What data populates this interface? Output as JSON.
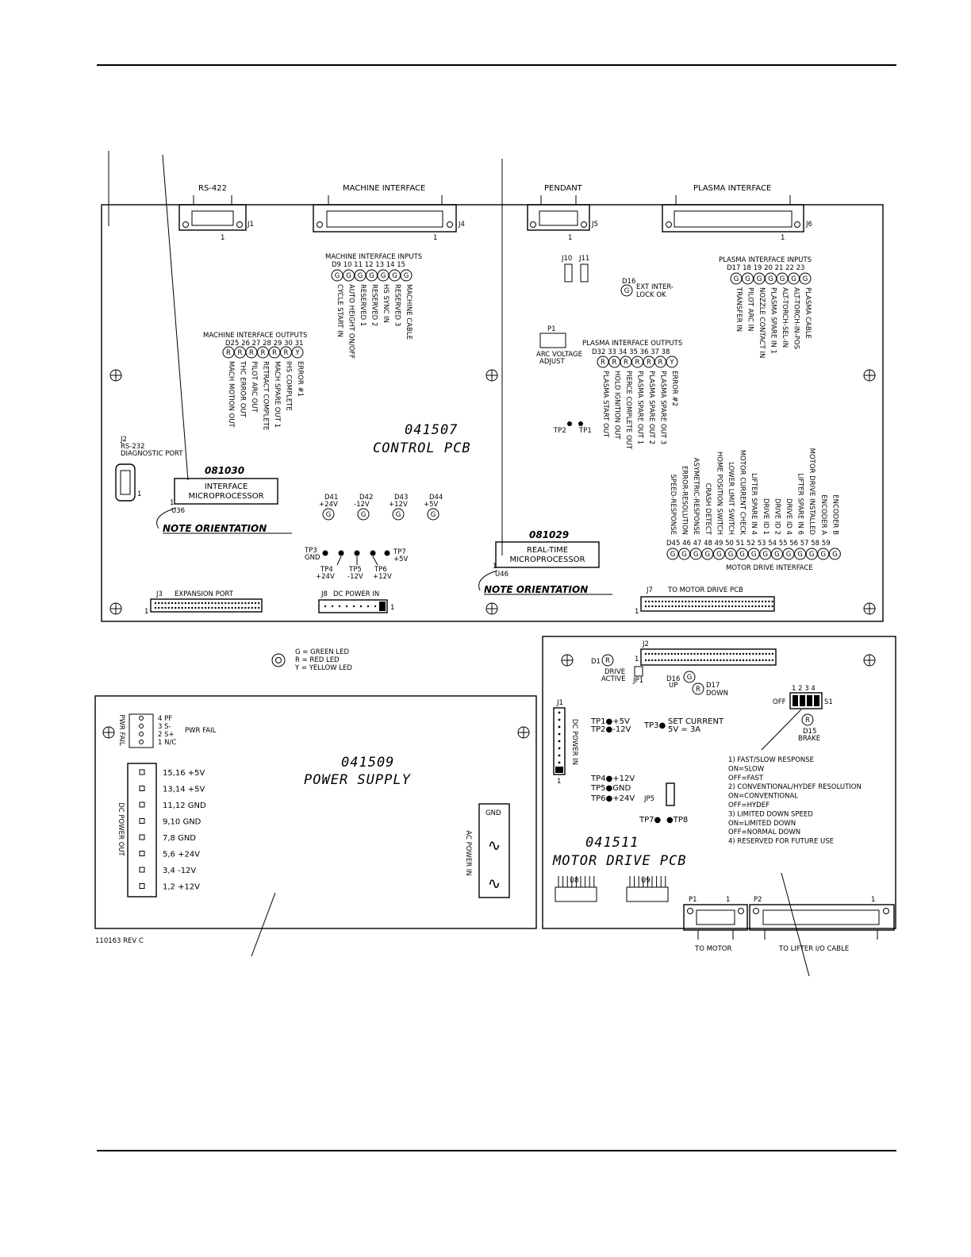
{
  "control": {
    "pcb_number": "041507",
    "pcb_name": "CONTROL PCB",
    "rs422": "RS-422",
    "j1": "J1",
    "one": "1",
    "machine_interface": "MACHINE INTERFACE",
    "j4": "J4",
    "pendant": "PENDANT",
    "j5": "J5",
    "plasma_interface": "PLASMA INTERFACE",
    "j6": "J6",
    "j10": "J10",
    "j11": "J11",
    "d16": "D16",
    "ext_interlock_1": "EXT INTER-",
    "ext_interlock_2": "LOCK OK",
    "p1": "P1",
    "arc_voltage_1": "ARC VOLTAGE",
    "arc_voltage_2": "ADJUST",
    "tp2": "TP2",
    "tp1": "TP1",
    "j2_1": "J2",
    "j2_2": "RS-232",
    "j2_3": "DIAGNOSTIC PORT",
    "interface_mp_number": "081030",
    "interface_mp_1": "INTERFACE",
    "interface_mp_2": "MICROPROCESSOR",
    "u36": "U36",
    "realtime_mp_number": "081029",
    "realtime_mp_1": "REAL-TIME",
    "realtime_mp_2": "MICROPROCESSOR",
    "u46": "U46",
    "note_orientation": "NOTE ORIENTATION",
    "j3_label": "EXPANSION PORT",
    "j3": "J3",
    "j8_label": "DC POWER IN",
    "j8": "J8",
    "j7": "J7",
    "j7_label": "TO MOTOR DRIVE PCB",
    "mii_title": "MACHINE INTERFACE INPUTS",
    "mii_numbers": "D9  10  11  12  13  14  15",
    "mii_leds": [
      "G",
      "G",
      "G",
      "G",
      "G",
      "G",
      "G"
    ],
    "mii_signals": [
      "CYCLE START IN",
      "AUTO HEIGHT ON/OFF",
      "RESERVED 1",
      "RESERVED 2",
      "HS SYNC IN",
      "RESERVED 3",
      "MACHINE CABLE"
    ],
    "mio_title": "MACHINE INTERFACE OUTPUTS",
    "mio_numbers": "D25  26  27  28  29  30  31",
    "mio_leds": [
      "R",
      "R",
      "R",
      "R",
      "R",
      "R",
      "Y"
    ],
    "mio_signals": [
      "MACH MOTION OUT",
      "THC ERROR OUT",
      "PILOT ARC OUT",
      "RETRACT COMPLETE",
      "MACH SPARE OUT 1",
      "IHS COMPLETE",
      "ERROR #1"
    ],
    "pii_title": "PLASMA INTERFACE INPUTS",
    "pii_numbers": "D17  18  19  20  21  22  23",
    "pii_leds": [
      "G",
      "G",
      "G",
      "G",
      "G",
      "G",
      "G"
    ],
    "pii_signals": [
      "TRANSFER IN",
      "PILOT ARC IN",
      "NOZZLE CONTACT IN",
      "PLASMA SPARE IN 1",
      "ALT-TORCH-SEL-IN",
      "ALT-TORCH-IN-POS",
      "PLASMA CABLE"
    ],
    "pio_title": "PLASMA INTERFACE OUTPUTS",
    "pio_numbers": "D32  33  34  35  36  37  38",
    "pio_leds": [
      "R",
      "R",
      "R",
      "R",
      "R",
      "R",
      "Y"
    ],
    "pio_signals": [
      "PLASMA START OUT",
      "HOLD IGNITION OUT",
      "PIERCE COMPLETE OUT",
      "PLASMA SPARE OUT 1",
      "PLASMA SPARE OUT 2",
      "PLASMA SPARE OUT 3",
      "ERROR #2"
    ],
    "mdi_title": "MOTOR DRIVE INTERFACE",
    "mdi_numbers": "D45  46  47  48  49  50  51  52  53  54  55  56  57  58  59",
    "mdi_leds": [
      "G",
      "G",
      "G",
      "G",
      "G",
      "G",
      "G",
      "G",
      "G",
      "G",
      "G",
      "G",
      "G",
      "G",
      "G"
    ],
    "mdi_signals": [
      "SPEED-RESPONSE",
      "ERROR-RESOLUTION",
      "ASYMETRIC-RESPONSE",
      "CRASH DETECT",
      "HOME POSITION SWITCH",
      "LOWER LIMIT SWITCH",
      "MOTOR CURRENT CHECK",
      "LIFTER SPARE IN 4",
      "DRIVE ID 1",
      "DRIVE ID 2",
      "DRIVE ID 4",
      "LIFTER SPARE IN 6",
      "MOTOR DRIVE INSTALLED",
      "ENCODER A",
      "ENCODER B"
    ],
    "power_leds": [
      {
        "id": "D41",
        "v": "+24V",
        "led": "G"
      },
      {
        "id": "D42",
        "v": "-12V",
        "led": "G"
      },
      {
        "id": "D43",
        "v": "+12V",
        "led": "G"
      },
      {
        "id": "D44",
        "v": "+5V",
        "led": "G"
      }
    ],
    "tp3_1": "TP3",
    "tp3_2": "GND",
    "tp4_1": "TP4",
    "tp4_2": "+24V",
    "tp5_1": "TP5",
    "tp5_2": "-12V",
    "tp6_1": "TP6",
    "tp6_2": "+12V",
    "tp7_1": "TP7",
    "tp7_2": "+5V"
  },
  "legend": {
    "symbol": "G",
    "green": "G = GREEN LED",
    "red": "R = RED LED",
    "yellow": "Y = YELLOW LED"
  },
  "power": {
    "pcb_number": "041509",
    "pcb_name": "POWER SUPPLY",
    "pwr_fail_vert": "PWR FAIL",
    "pins": [
      "4 PF",
      "3 S-",
      "2 S+",
      "1 N/C"
    ],
    "pwr_fail": "PWR FAIL",
    "dc_out_vert": "DC POWER OUT",
    "outputs": [
      "15,16 +5V",
      "13,14 +5V",
      "11,12 GND",
      "9,10 GND",
      "7,8 GND",
      "5,6 +24V",
      "3,4 -12V",
      "1,2 +12V"
    ],
    "ac_vert": "AC POWER IN",
    "gnd": "GND",
    "rev": "110163 REV C"
  },
  "motor": {
    "pcb_number": "041511",
    "pcb_name": "MOTOR DRIVE PCB",
    "d1": "D1",
    "r": "R",
    "g": "G",
    "drive_active_1": "DRIVE",
    "drive_active_2": "ACTIVE",
    "jp1": "JP1",
    "j2": "J2",
    "one": "1",
    "d16_1": "D16",
    "d16_2": "UP",
    "d17_1": "D17",
    "d17_2": "DOWN",
    "switch_numbers": "1 2 3 4",
    "off": "OFF",
    "s1": "S1",
    "d15": "D15",
    "brake": "BRAKE",
    "j1": "J1",
    "dc_power_in": "DC POWER IN",
    "tp1": "TP1●+5V",
    "tp2": "TP2●-12V",
    "tp3_1": "TP3●",
    "tp3_2": "SET CURRENT",
    "tp3_3": "5V = 3A",
    "tp4": "TP4●+12V",
    "tp5": "TP5●GND",
    "tp6": "TP6●+24V",
    "jp5": "JP5",
    "tp7": "TP7●",
    "tp8": "●TP8",
    "notes": [
      "1)  FAST/SLOW RESPONSE",
      "       ON=SLOW",
      "       OFF=FAST",
      "2)  CONVENTIONAL/HYDEF RESOLUTION",
      "       ON=CONVENTIONAL",
      "       OFF=HYDEF",
      "3)  LIMITED DOWN SPEED",
      "       ON=LIMITED DOWN",
      "       OFF=NORMAL DOWN",
      "4)  RESERVED FOR FUTURE USE"
    ],
    "u8": "U8",
    "u9": "U9",
    "p1": "P1",
    "p2": "P2",
    "to_motor": "TO MOTOR",
    "to_lifter": "TO LIFTER I/O CABLE"
  }
}
